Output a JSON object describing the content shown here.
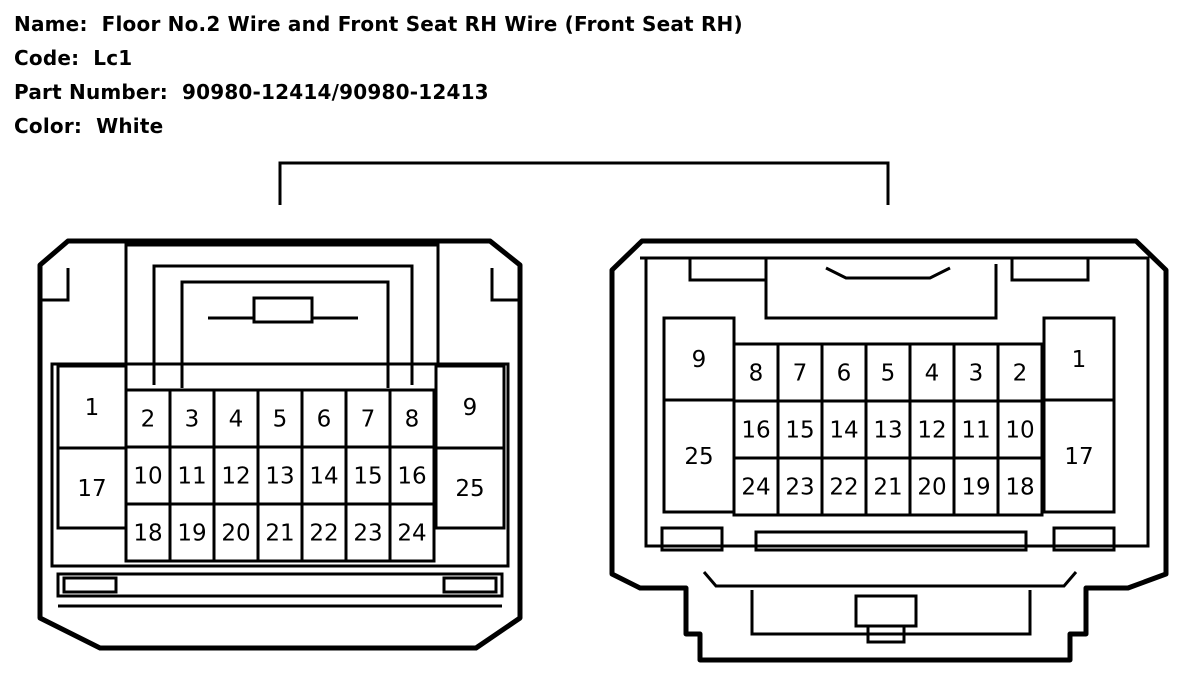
{
  "header": {
    "name_label": "Name:",
    "name_value": "Floor No.2 Wire and Front Seat RH Wire (Front Seat RH)",
    "code_label": "Code:",
    "code_value": "Lc1",
    "part_label": "Part Number:",
    "part_value": "90980-12414/90980-12413",
    "color_label": "Color:",
    "color_value": "White"
  },
  "connectors": {
    "left": {
      "side_top_left": "1",
      "side_bottom_left": "17",
      "side_top_right": "9",
      "side_bottom_right": "25",
      "rows": [
        [
          "2",
          "3",
          "4",
          "5",
          "6",
          "7",
          "8"
        ],
        [
          "10",
          "11",
          "12",
          "13",
          "14",
          "15",
          "16"
        ],
        [
          "18",
          "19",
          "20",
          "21",
          "22",
          "23",
          "24"
        ]
      ]
    },
    "right": {
      "side_top_left": "9",
      "side_bottom_left": "25",
      "side_top_right": "1",
      "side_bottom_right": "17",
      "rows": [
        [
          "8",
          "7",
          "6",
          "5",
          "4",
          "3",
          "2"
        ],
        [
          "16",
          "15",
          "14",
          "13",
          "12",
          "11",
          "10"
        ],
        [
          "24",
          "23",
          "22",
          "21",
          "20",
          "19",
          "18"
        ]
      ]
    }
  }
}
